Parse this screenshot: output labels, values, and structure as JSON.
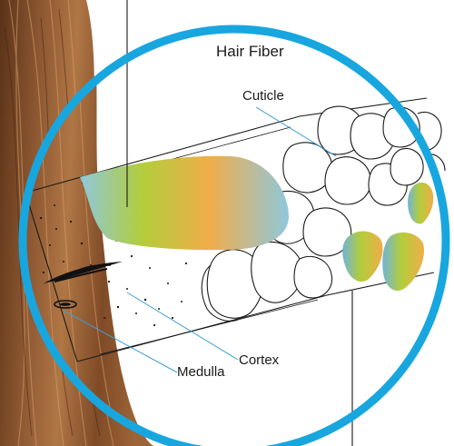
{
  "title": "Hair Fiber",
  "labels": {
    "cuticle": "Cuticle",
    "cortex": "Cortex",
    "medulla": "Medulla"
  },
  "colors": {
    "ring": "#18a6df",
    "leader_line": "#3b9fd6",
    "hair_dark": "#6b3f20",
    "hair_light": "#b07645",
    "gradient_blue": "#8fc8dc",
    "gradient_green": "#b3cd3a",
    "gradient_orange": "#f0ad4a"
  }
}
